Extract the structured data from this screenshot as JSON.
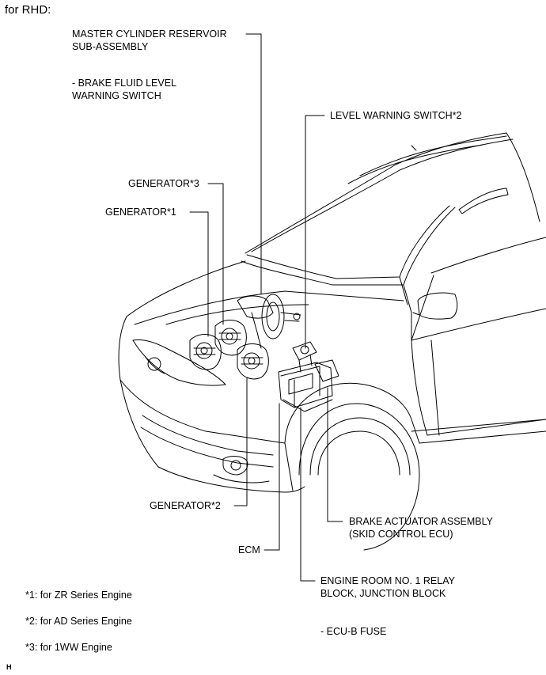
{
  "header": "for RHD:",
  "labels": {
    "master_cylinder_line1": "MASTER CYLINDER RESERVOIR",
    "master_cylinder_line2": "SUB-ASSEMBLY",
    "brake_fluid_line1": "- BRAKE FLUID LEVEL",
    "brake_fluid_line2": "WARNING SWITCH",
    "level_warning_switch": "LEVEL WARNING SWITCH*2",
    "generator3": "GENERATOR*3",
    "generator1": "GENERATOR*1",
    "generator2": "GENERATOR*2",
    "ecm": "ECM",
    "brake_actuator_line1": "BRAKE ACTUATOR ASSEMBLY",
    "brake_actuator_line2": "(SKID CONTROL ECU)",
    "engine_room_line1": "ENGINE ROOM NO. 1 RELAY",
    "engine_room_line2": "BLOCK, JUNCTION BLOCK",
    "ecu_b_fuse": "- ECU-B FUSE"
  },
  "footnotes": {
    "note1": "*1: for ZR Series Engine",
    "note2": "*2: for AD Series Engine",
    "note3": "*3: for 1WW Engine"
  },
  "corner_mark": "H"
}
